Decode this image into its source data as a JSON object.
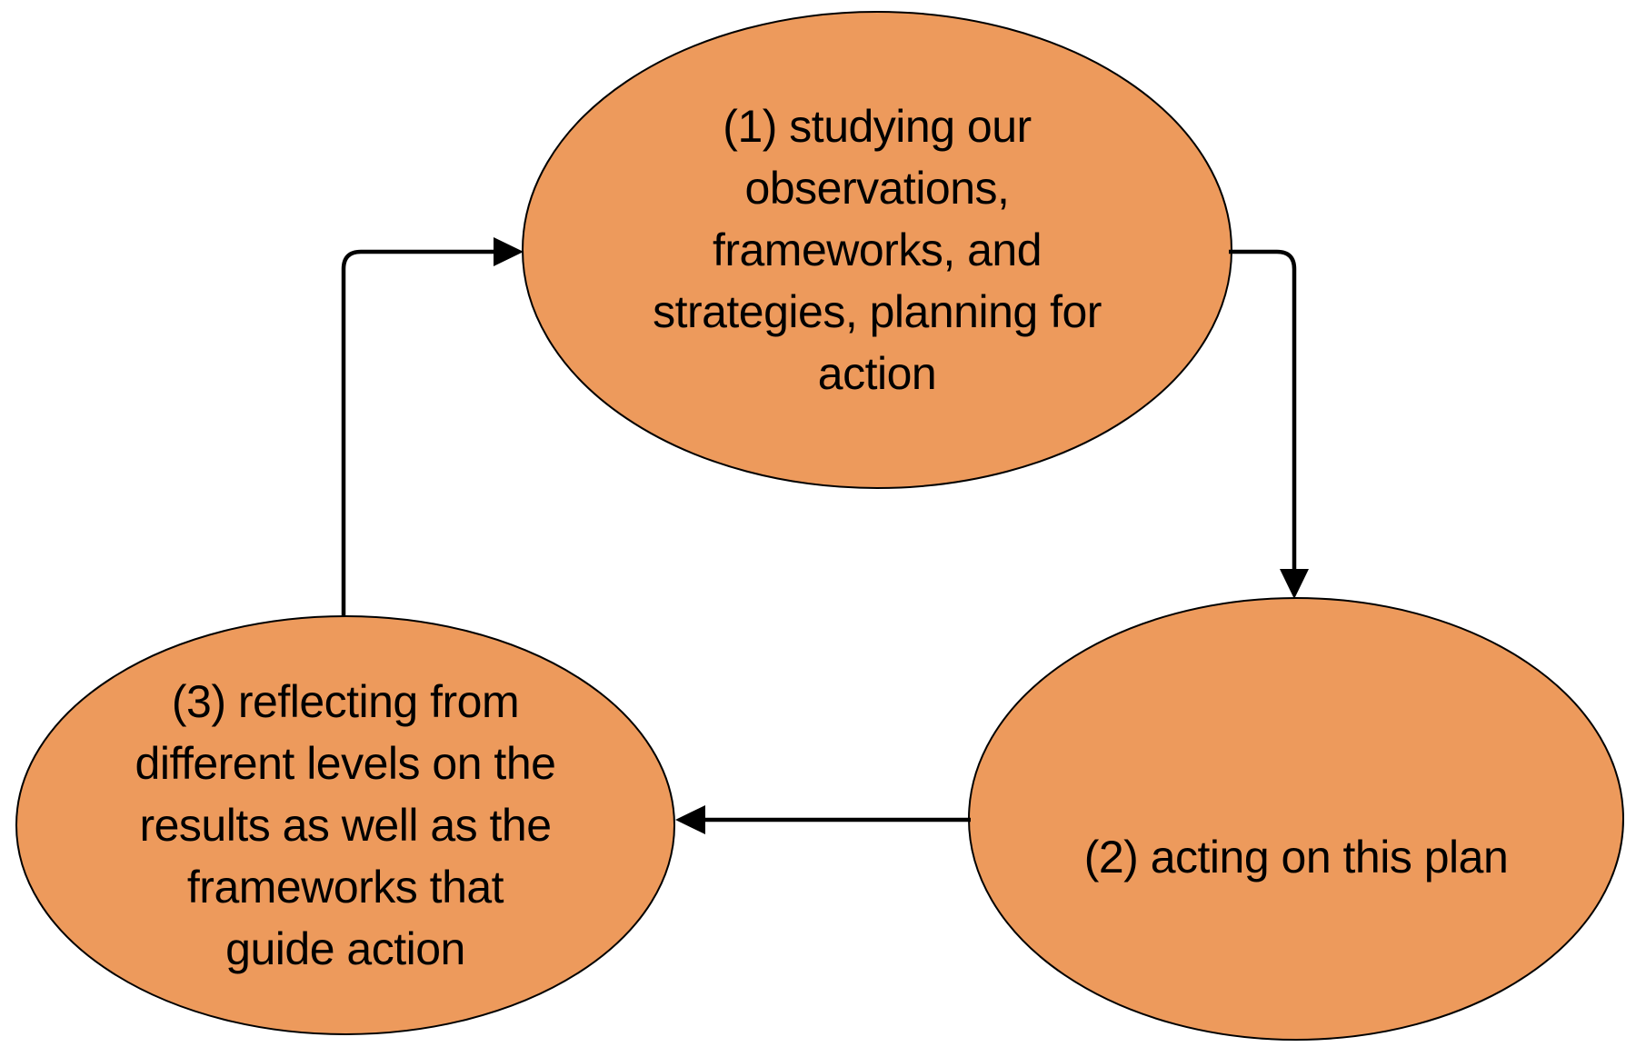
{
  "diagram": {
    "background_color": "#FFFFFF",
    "colors": {
      "node_fill": "#ED9A5C",
      "node_stroke": "#000000",
      "connector": "#000000",
      "text": "#000000"
    },
    "nodes": {
      "step1": {
        "lines": [
          "(1) studying our",
          "observations,",
          "frameworks, and",
          "strategies, planning for",
          "action"
        ]
      },
      "step2": {
        "lines": [
          "(2) acting on this plan"
        ]
      },
      "step3": {
        "lines": [
          "(3) reflecting from",
          "different levels on the",
          "results as well as the",
          "frameworks that",
          "guide action"
        ]
      }
    },
    "connectors": [
      {
        "name": "arrow-step3-to-step1",
        "from": "step3",
        "to": "step1",
        "style": "elbow"
      },
      {
        "name": "arrow-step1-to-step2",
        "from": "step1",
        "to": "step2",
        "style": "elbow"
      },
      {
        "name": "arrow-step2-to-step3",
        "from": "step2",
        "to": "step3",
        "style": "straight"
      }
    ]
  }
}
